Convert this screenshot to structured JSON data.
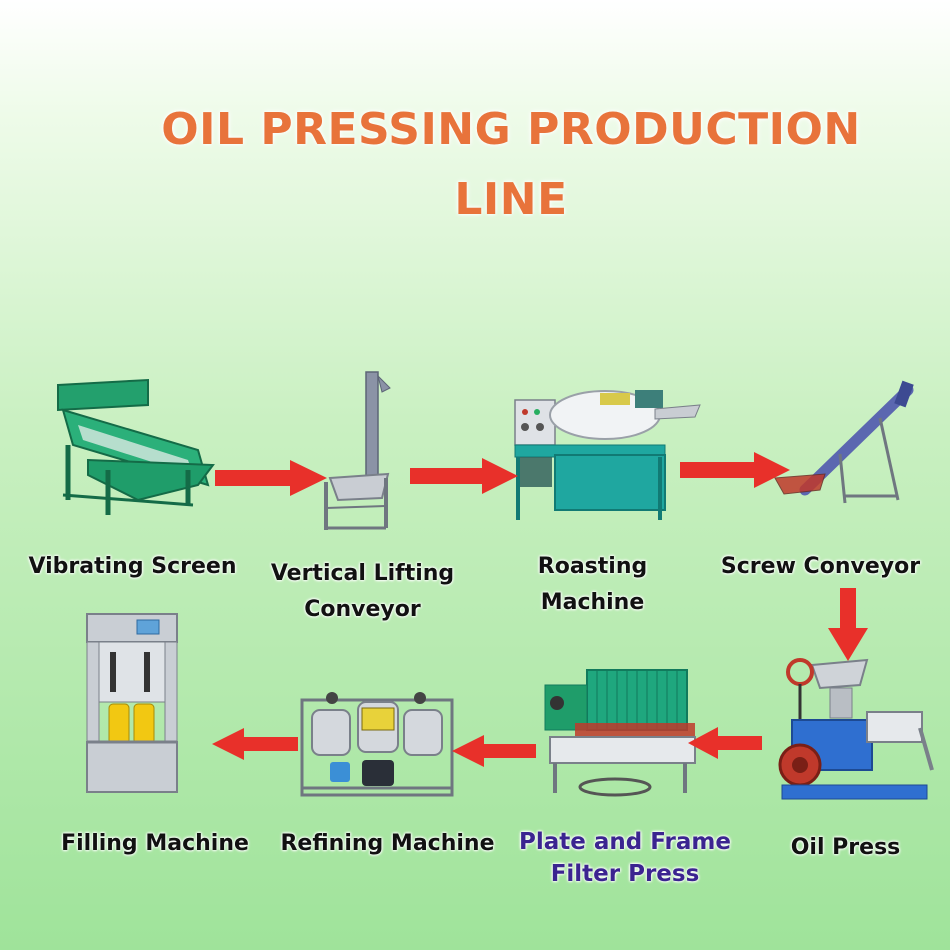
{
  "title": {
    "line1": "OIL PRESSING PRODUCTION",
    "line2": "LINE",
    "color": "#e8733b"
  },
  "steps": [
    {
      "id": "vibrating-screen",
      "label_lines": [
        "Vibrating Screen"
      ]
    },
    {
      "id": "vertical-lifting-conveyor",
      "label_lines": [
        "Vertical Lifting",
        "Conveyor"
      ]
    },
    {
      "id": "roasting-machine",
      "label_lines": [
        "Roasting",
        "Machine"
      ]
    },
    {
      "id": "screw-conveyor",
      "label_lines": [
        "Screw Conveyor"
      ]
    },
    {
      "id": "oil-press",
      "label_lines": [
        "Oil Press"
      ]
    },
    {
      "id": "plate-and-frame-filter-press",
      "label_lines": [
        "Plate and Frame",
        "Filter Press"
      ],
      "label_color": "#3b2490"
    },
    {
      "id": "refining-machine",
      "label_lines": [
        "Refining Machine"
      ]
    },
    {
      "id": "filling-machine",
      "label_lines": [
        "Filling Machine"
      ]
    }
  ],
  "colors": {
    "arrow": "#e8302a",
    "machine_green": "#1f9d6a",
    "machine_steel": "#b9bec4",
    "label": "#111111"
  }
}
